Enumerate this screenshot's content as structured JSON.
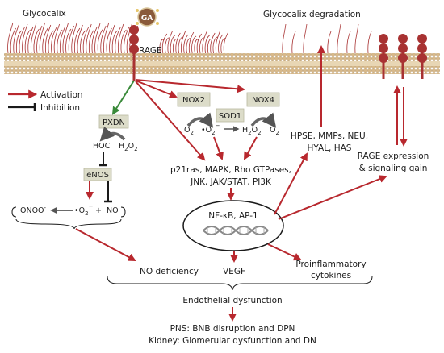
{
  "labels": {
    "glycocalix": "Glycocalix",
    "glycocalix_degradation": "Glycocalix degradation",
    "ga": "GA",
    "rage": "RAGE",
    "legend_activation": "Activation",
    "legend_inhibition": "Inhibition",
    "pxdn": "PXDN",
    "hocl": "HOCl",
    "h2o2_h": "H",
    "h2o2_2a": "2",
    "h2o2_o": "O",
    "h2o2_2b": "2",
    "enos": "eNOS",
    "nox2": "NOX2",
    "nox4": "NOX4",
    "sod1": "SOD1",
    "o2": "O",
    "o2_sub": "2",
    "superoxide_dot": "•O",
    "superoxide_sub": "2",
    "superoxide_sup": "−",
    "onoo": "ONOO",
    "onoo_sup": "-",
    "plus": "+",
    "no": "NO",
    "signaling_line1": "p21ras, MAPK, Rho GTPases,",
    "signaling_line2": "JNK, JAK/STAT, PI3K",
    "nfkb": "NF-κB, AP-1",
    "hpse_line1": "HPSE, MMPs, NEU,",
    "hpse_line2": "HYAL, HAS",
    "rage_expr_line1": "RAGE expression",
    "rage_expr_line2": "& signaling gain",
    "no_deficiency": "NO deficiency",
    "vegf": "VEGF",
    "proinflammatory_line1": "Proinflammatory",
    "proinflammatory_line2": "cytokines",
    "endothelial": "Endothelial dysfunction",
    "pns": "PNS: BNB disruption and DPN",
    "kidney": "Kidney: Glomerular dysfunction and DN"
  },
  "colors": {
    "activation": "#b8282e",
    "inhibition": "#1a1a1a",
    "green_arrow": "#3a8a3a",
    "rage_receptor": "#a83232",
    "ga_ball": "#8a5a3a",
    "membrane": "#c9a97a",
    "glycocalix_strand": "#a83232",
    "box_fill": "#dcdcc9"
  }
}
